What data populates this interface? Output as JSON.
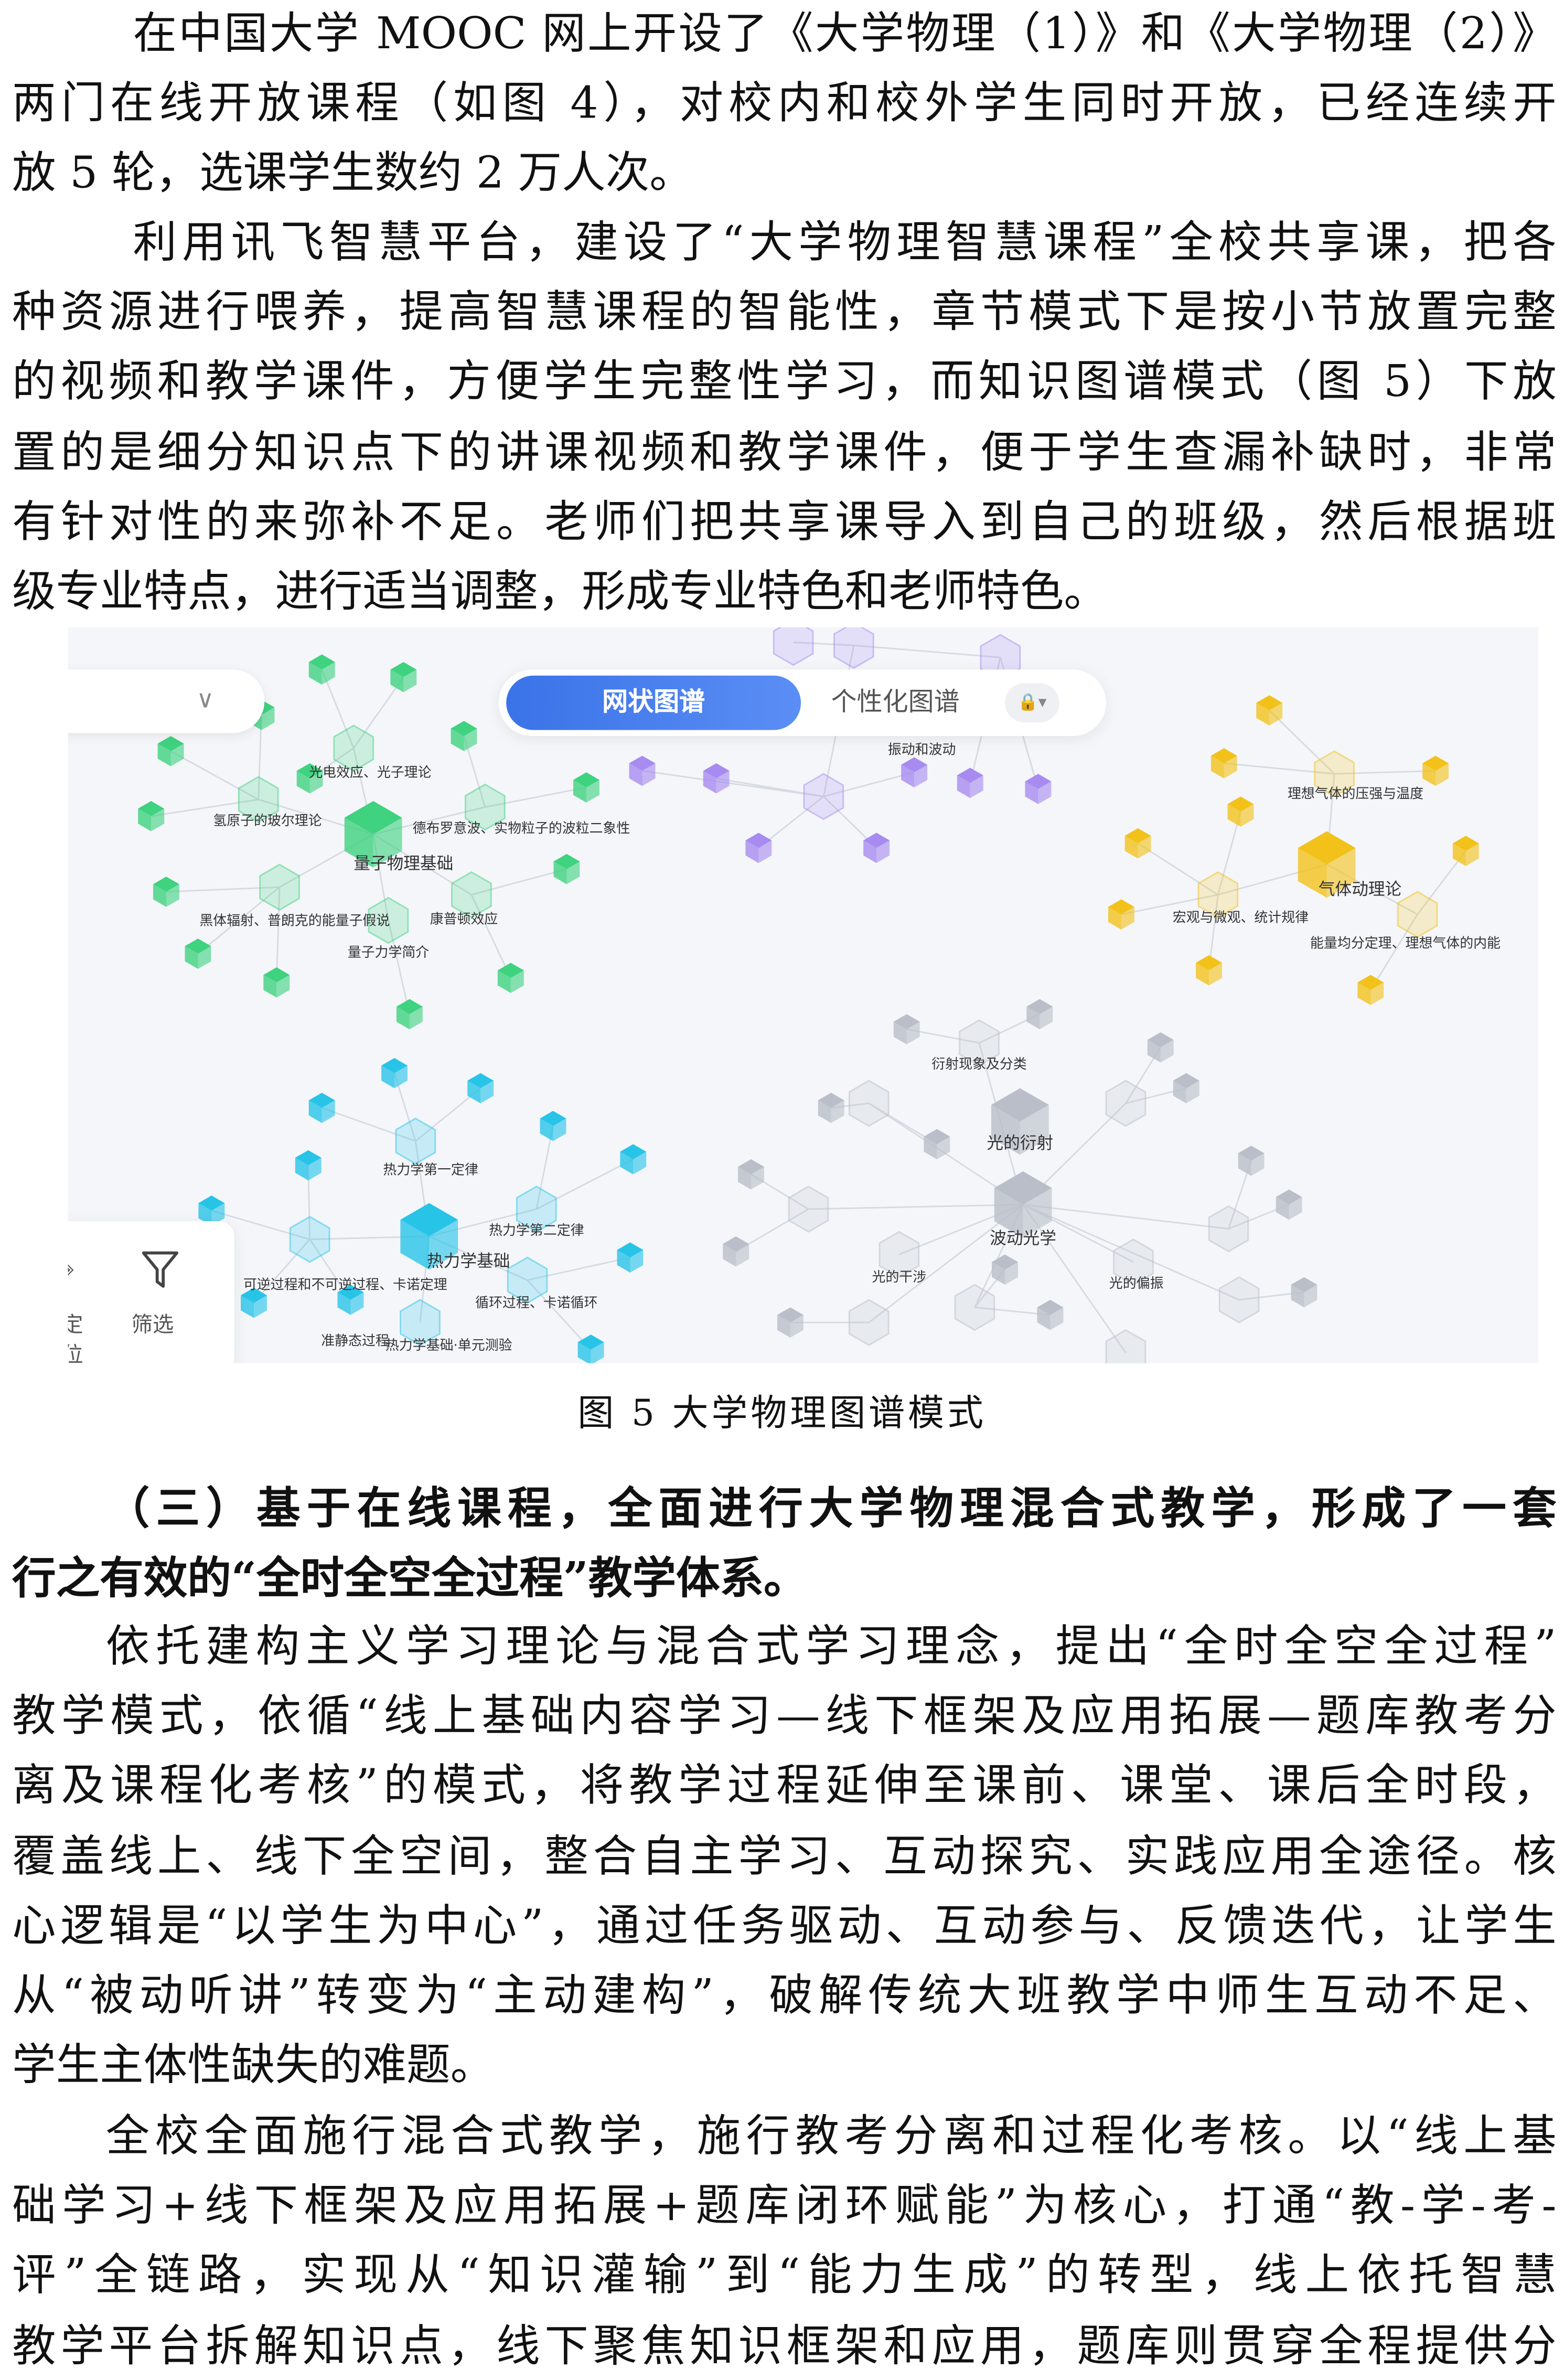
{
  "paragraphs": {
    "p1": [
      "在中国大学 MOOC 网上开设了《大学物理（1）》和《大学物理（2）》",
      "两门在线开放课程（如图 4），对校内和校外学生同时开放，已经连续开",
      "放 5 轮，选课学生数约 2 万人次。"
    ],
    "p2": [
      "利用讯飞智慧平台，建设了“大学物理智慧课程”全校共享课，把各",
      "种资源进行喂养，提高智慧课程的智能性，章节模式下是按小节放置完整",
      "的视频和教学课件，方便学生完整性学习，而知识图谱模式（图 5）下放",
      "置的是细分知识点下的讲课视频和教学课件，便于学生查漏补缺时，非常",
      "有针对性的来弥补不足。老师们把共享课导入到自己的班级，然后根据班",
      "级专业特点，进行适当调整，形成专业特色和老师特色。"
    ],
    "heading": [
      "（三）基于在线课程，全面进行大学物理混合式教学，形成了一套",
      "行之有效的“全时全空全过程”教学体系。"
    ],
    "p3": [
      "依托建构主义学习理论与混合式学习理念，提出“全时全空全过程”",
      "教学模式，依循“线上基础内容学习—线下框架及应用拓展—题库教考分",
      "离及课程化考核”的模式，将教学过程延伸至课前、课堂、课后全时段，",
      "覆盖线上、线下全空间，整合自主学习、互动探究、实践应用全途径。核",
      "心逻辑是“以学生为中心”，通过任务驱动、互动参与、反馈迭代，让学生",
      "从“被动听讲”转变为“主动建构”，破解传统大班教学中师生互动不足、",
      "学生主体性缺失的难题。"
    ],
    "p4": [
      "全校全面施行混合式教学，施行教考分离和过程化考核。以“线上基",
      "础学习+线下框架及应用拓展+题库闭环赋能”为核心，打通“教-学-考-",
      "评”全链路，实现从“知识灌输”到“能力生成”的转型，线上依托智慧",
      "教学平台拆解知识点，线下聚焦知识框架和应用，题库则贯穿全程提供分"
    ]
  },
  "figure": {
    "caption": "图 5  大学物理图谱模式",
    "tab_active": "网状图谱",
    "tab_inactive": "个性化图谱",
    "filter_label": "筛选",
    "locate_label": "定位",
    "icons": {
      "dropdown": "chevron-down-icon",
      "lock": "lock-icon",
      "filter": "funnel-icon",
      "locate": "locate-icon"
    },
    "colors": {
      "green": "#3fd27f",
      "purple": "#a78bf0",
      "yellow": "#f2c21b",
      "cyan": "#27c4e8",
      "gray": "#b9bec8",
      "accent": "#3a73e8"
    },
    "node_labels": [
      "量子物理基础",
      "光电效应、光子理论",
      "氢原子的玻尔理论",
      "德布罗意波、实物粒子的波粒二象性",
      "黑体辐射、普朗克的能量子假说",
      "康普顿效应",
      "量子力学简介",
      "振动和波动",
      "气体动理论",
      "理想气体的压强与温度",
      "宏观与微观、统计规律",
      "能量均分定理、理想气体的内能",
      "热力学基础",
      "热力学第一定律",
      "热力学第二定律",
      "循环过程、卡诺循环",
      "热力学基础·单元测验",
      "可逆过程和不可逆过程、卡诺定理",
      "准静态过程",
      "波动光学",
      "光的衍射",
      "光的干涉",
      "光的偏振",
      "衍射现象及分类"
    ]
  }
}
